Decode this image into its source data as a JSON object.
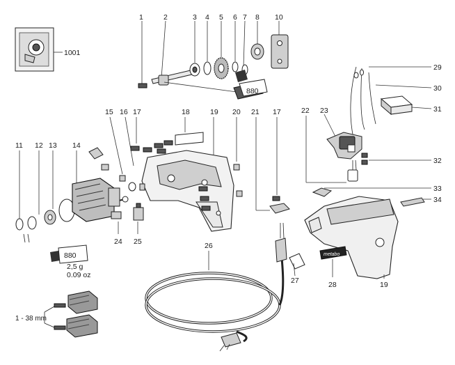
{
  "labels": {
    "p1": "1",
    "p2": "2",
    "p3": "3",
    "p4": "4",
    "p5": "5",
    "p6": "6",
    "p7": "7",
    "p8": "8",
    "p10": "10",
    "p1001": "1001",
    "p29": "29",
    "p30": "30",
    "p31": "31",
    "p15": "15",
    "p16": "16",
    "p17a": "17",
    "p18": "18",
    "p19a": "19",
    "p20": "20",
    "p21": "21",
    "p17b": "17",
    "p22": "22",
    "p23": "23",
    "p32": "32",
    "p11": "11",
    "p12": "12",
    "p13": "13",
    "p14": "14",
    "p24": "24",
    "p25": "25",
    "p33": "33",
    "p34": "34",
    "p26": "26",
    "p27": "27",
    "p28": "28",
    "p19b": "19"
  },
  "grease_tube_top": {
    "code": "880"
  },
  "grease_tube_left": {
    "code": "880",
    "weight_g": "2,5 g",
    "weight_oz": "0.09 oz"
  },
  "chuck_note": "1 - 38 mm",
  "brand_label": "metabo"
}
